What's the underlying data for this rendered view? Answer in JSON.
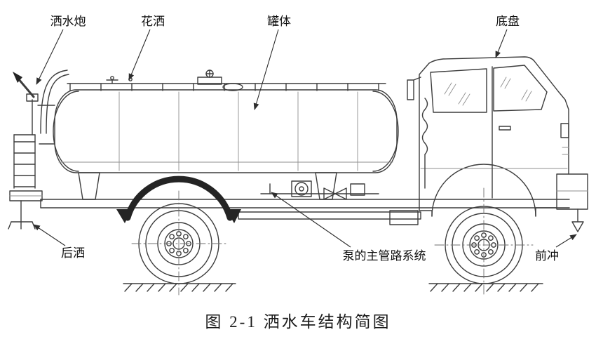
{
  "figure": {
    "caption": "图 2-1 洒水车结构简图",
    "labels": {
      "water_cannon": "洒水炮",
      "sprinkler": "花洒",
      "tank": "罐体",
      "chassis": "底盘",
      "rear_spray": "后洒",
      "pump_pipeline": "泵的主管路系统",
      "front_flush": "前冲"
    },
    "colors": {
      "line": "#3d3d3d",
      "line_dark": "#242424",
      "label_text": "#101010",
      "background": "#ffffff"
    }
  }
}
